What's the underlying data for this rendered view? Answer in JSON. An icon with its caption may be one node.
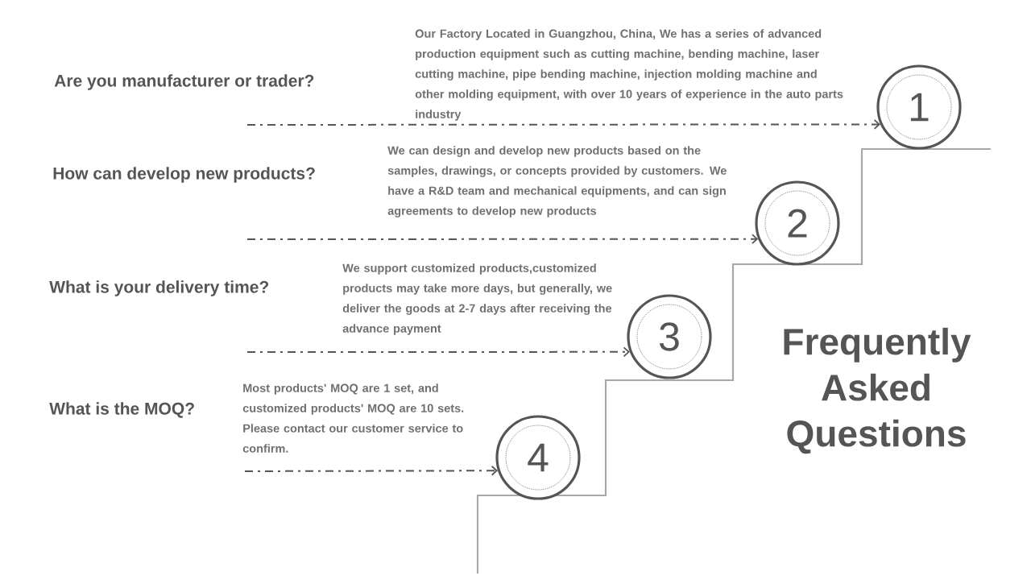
{
  "diagram": {
    "title": "Frequently Asked Questions",
    "nodes": [
      {
        "text": [
          "1"
        ]
      },
      {
        "text": [
          "2"
        ]
      },
      {
        "text": [
          "3"
        ]
      },
      {
        "text": [
          "4"
        ]
      }
    ],
    "edges": [
      {
        "from": null,
        "to": 0,
        "arrow": "to",
        "style": "dashed"
      },
      {
        "from": null,
        "to": 1,
        "arrow": "to",
        "style": "dashed"
      },
      {
        "from": null,
        "to": 2,
        "arrow": "to",
        "style": "dashed"
      },
      {
        "from": null,
        "to": 3,
        "arrow": "to",
        "style": "dashed"
      }
    ],
    "labels": [
      "Are you manufacturer or trader?",
      "Our Factory Located in Guangzhou, China, We has a series of advanced production equipment such as cutting machine, bending machine, laser cutting machine, pipe bending machine, injection molding machine and other molding equipment, with over 10 years of experience in the auto parts industry",
      "How can develop new products?",
      "We can design and develop new products based on the samples, drawings, or concepts provided by customers. We have a R&D team and mechanical equipments, and can sign agreements to develop new products",
      "What is your delivery time?",
      "We support customized products,customized products may take more days, but generally, we deliver the goods at 2-7 days after receiving the advance payment",
      "What is the MOQ?",
      "Most products' MOQ are 1 set, and customized products' MOQ are 10 sets. Please contact our customer service to confirm."
    ]
  }
}
